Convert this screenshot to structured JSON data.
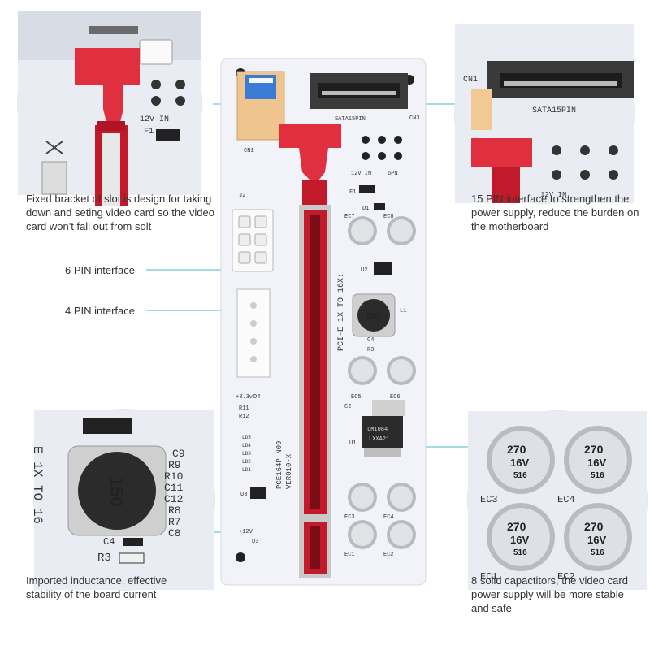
{
  "captions": {
    "bracket": "Fixed bracket of slot is design for taking down and seting video card so the video card won't fall out from solt",
    "pin15": "15 PIN interface to strengthen the power supply, reduce the burden on the motherboard",
    "pin6": "6 PIN interface",
    "pin4": "4 PIN interface",
    "inductance": "Imported inductance, effective stability of the board current",
    "capacitors": "8 solid capactitors, the video card power supply will be more stable and safe"
  },
  "board_labels": {
    "sata_header": "SATA15PIN",
    "cn3": "CN3",
    "cn1": "CN1",
    "pin6_label": "6PN",
    "v12_label": "12V IN",
    "f1": "F1",
    "d1": "D1",
    "j2": "J2",
    "ec7": "EC7",
    "ec8": "EC8",
    "u2": "U2",
    "l1": "L1",
    "r3": "R3",
    "c4": "C4",
    "inductor_value": "150",
    "pcie_text": "PCI-E 1X TO 16X:",
    "v33": "+3.3v",
    "d4": "D4",
    "r11": "R11",
    "r12": "R12",
    "ec5": "EC5",
    "ec6": "EC6",
    "c2": "C2",
    "u1": "U1",
    "regulator_text": "LM1084",
    "regulator_code": "LXXA21",
    "model": "PCE164P-N09",
    "version": "VER010-X",
    "ld5": "LD5",
    "ld4": "LD4",
    "ld3": "LD3",
    "ld2": "LD2",
    "ld1": "LD1",
    "u3": "U3",
    "v12": "+12V",
    "d3": "D3",
    "ec1": "EC1",
    "ec2": "EC2",
    "ec3": "EC3",
    "ec4": "EC4",
    "cap_value": "270",
    "cap_voltage": "16V",
    "cap_code": "516",
    "zoom_inductor_labels": [
      "C9",
      "R9",
      "R10",
      "C11",
      "C12",
      "R8",
      "R7",
      "C8"
    ],
    "zoom_r3": "R3",
    "zoom_c4": "C4",
    "zoom_pcie": "E 1X TO 16"
  }
}
